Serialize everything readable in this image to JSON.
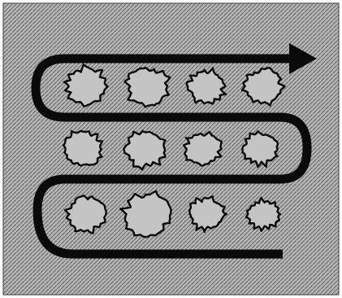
{
  "figure": {
    "kind": "serpentine path diagram",
    "path_rows": 3,
    "blobs_per_row": 4,
    "blob_count": 12,
    "arrowhead": "right",
    "colors": {
      "outer_background": "#ffffff",
      "hatch_background": "#b8b8b8",
      "hatch_line": "#6a6a6a",
      "path_stroke": "#0a0a0a",
      "blob_fill": "#c4c4c4",
      "blob_stroke": "#0a0a0a",
      "border": "#3a3a3a"
    }
  }
}
